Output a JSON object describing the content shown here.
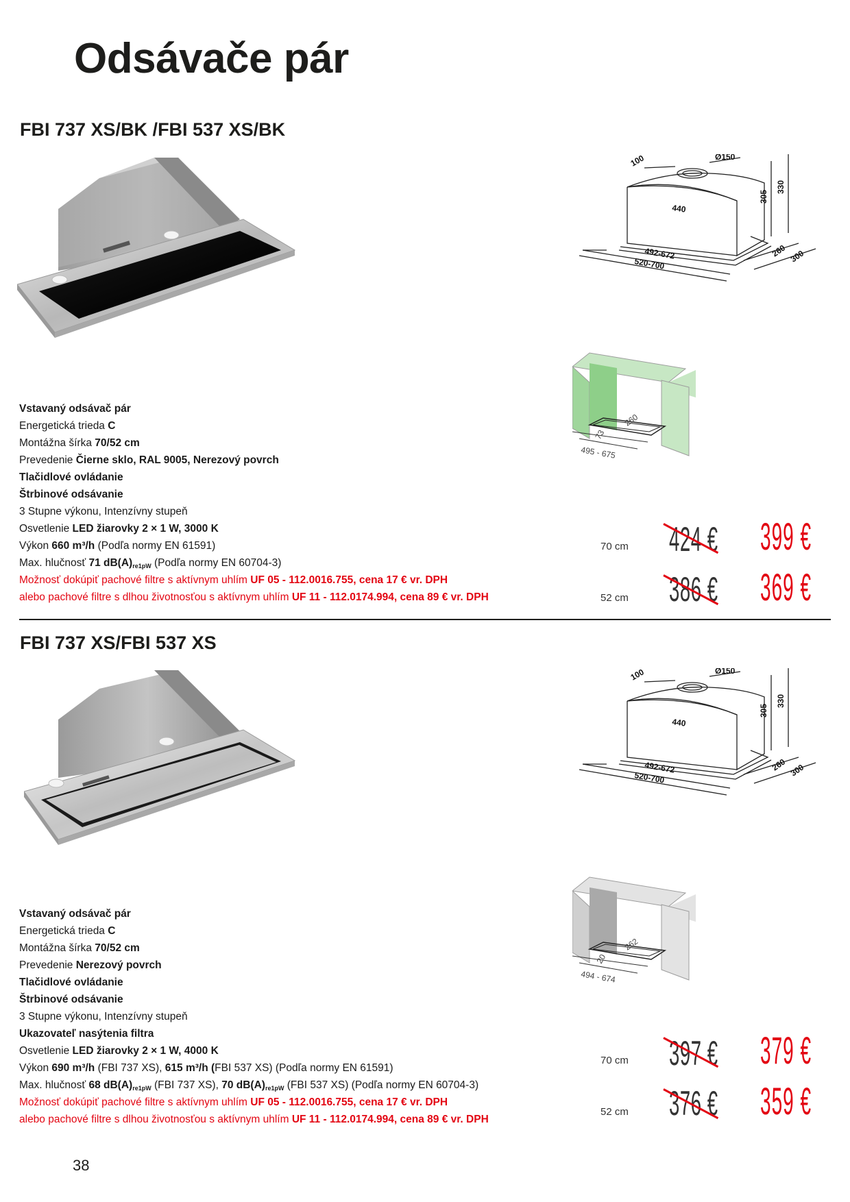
{
  "page": {
    "title": "Odsávače pár",
    "number": "38"
  },
  "products": [
    {
      "title": "FBI 737 XS/BK   /FBI 537 XS/BK",
      "specs": [
        {
          "parts": [
            {
              "t": "Vstavaný odsávač pár",
              "b": true
            }
          ]
        },
        {
          "parts": [
            {
              "t": "Energetická trieda "
            },
            {
              "t": "C",
              "b": true
            }
          ]
        },
        {
          "parts": [
            {
              "t": "Montážna šírka "
            },
            {
              "t": "70/52 cm",
              "b": true
            }
          ]
        },
        {
          "parts": [
            {
              "t": "Prevedenie "
            },
            {
              "t": "Čierne sklo, RAL 9005, Nerezový povrch",
              "b": true
            }
          ]
        },
        {
          "parts": [
            {
              "t": "Tlačidlové ovládanie",
              "b": true
            }
          ]
        },
        {
          "parts": [
            {
              "t": "Štrbinové odsávanie",
              "b": true
            }
          ]
        },
        {
          "parts": [
            {
              "t": "3 Stupne výkonu, Intenzívny stupeň"
            }
          ]
        },
        {
          "parts": [
            {
              "t": "Osvetlenie "
            },
            {
              "t": "LED žiarovky 2 × 1 W, 3000 K",
              "b": true
            }
          ]
        },
        {
          "parts": [
            {
              "t": "Výkon "
            },
            {
              "t": "660 m³/h",
              "b": true
            },
            {
              "t": " (Podľa normy EN 61591)"
            }
          ]
        },
        {
          "parts": [
            {
              "t": "Max. hlučnosť "
            },
            {
              "t": "71 dB(A)",
              "b": true
            },
            {
              "t": "re1pW",
              "sub": true
            },
            {
              "t": " (Podľa normy EN 60704-3)"
            }
          ]
        },
        {
          "red": true,
          "parts": [
            {
              "t": "Možnosť dokúpiť pachové filtre s aktívnym uhlím "
            },
            {
              "t": "UF 05 - 112.0016.755, cena 17 € vr. DPH",
              "b": true
            }
          ]
        },
        {
          "red": true,
          "parts": [
            {
              "t": "alebo pachové filtre s dlhou životnosťou s aktívnym uhlím "
            },
            {
              "t": "UF 11 - 112.0174.994, cena 89 € vr. DPH",
              "b": true
            }
          ]
        }
      ],
      "prices": [
        {
          "width": "70 cm",
          "old": "424 €",
          "new": "399 €"
        },
        {
          "width": "52 cm",
          "old": "386 €",
          "new": "369 €"
        }
      ],
      "dims": {
        "d100": "100",
        "d150": "Ø150",
        "d440": "440",
        "d305": "305",
        "d330": "330",
        "d492": "492-672",
        "d520": "520-700",
        "d260": "260",
        "d300": "300"
      },
      "install": {
        "a": "260",
        "b": "73",
        "c": "495 - 675"
      }
    },
    {
      "title": "FBI 737 XS/FBI 537 XS",
      "specs": [
        {
          "parts": [
            {
              "t": "Vstavaný odsávač pár",
              "b": true
            }
          ]
        },
        {
          "parts": [
            {
              "t": "Energetická trieda "
            },
            {
              "t": "C",
              "b": true
            }
          ]
        },
        {
          "parts": [
            {
              "t": "Montážna šírka "
            },
            {
              "t": "70/52 cm",
              "b": true
            }
          ]
        },
        {
          "parts": [
            {
              "t": "Prevedenie "
            },
            {
              "t": "Nerezový povrch",
              "b": true
            }
          ]
        },
        {
          "parts": [
            {
              "t": "Tlačidlové ovládanie",
              "b": true
            }
          ]
        },
        {
          "parts": [
            {
              "t": "Štrbinové odsávanie",
              "b": true
            }
          ]
        },
        {
          "parts": [
            {
              "t": "3 Stupne výkonu, Intenzívny stupeň"
            }
          ]
        },
        {
          "parts": [
            {
              "t": "Ukazovateľ nasýtenia filtra",
              "b": true
            }
          ]
        },
        {
          "parts": [
            {
              "t": "Osvetlenie "
            },
            {
              "t": "LED žiarovky 2 × 1 W, 4000 K",
              "b": true
            }
          ]
        },
        {
          "parts": [
            {
              "t": "Výkon "
            },
            {
              "t": "690 m³/h",
              "b": true
            },
            {
              "t": " (FBI 737 XS), "
            },
            {
              "t": "615 m³/h (",
              "b": true
            },
            {
              "t": "FBI 537 XS) (Podľa normy EN 61591)"
            }
          ]
        },
        {
          "parts": [
            {
              "t": "Max. hlučnosť "
            },
            {
              "t": "68 dB(A)",
              "b": true
            },
            {
              "t": "re1pW",
              "sub": true
            },
            {
              "t": " (FBI 737 XS), "
            },
            {
              "t": "70 dB(A)",
              "b": true
            },
            {
              "t": "re1pW",
              "sub": true
            },
            {
              "t": " (FBI 537 XS) (Podľa normy EN 60704-3)"
            }
          ]
        },
        {
          "red": true,
          "parts": [
            {
              "t": "Možnosť dokúpiť pachové filtre s aktívnym uhlím "
            },
            {
              "t": "UF 05 - 112.0016.755, cena 17 € vr. DPH",
              "b": true
            }
          ]
        },
        {
          "red": true,
          "parts": [
            {
              "t": "alebo pachové filtre s dlhou životnosťou s aktívnym uhlím "
            },
            {
              "t": "UF 11 - 112.0174.994, cena 89 € vr. DPH",
              "b": true
            }
          ]
        }
      ],
      "prices": [
        {
          "width": "70 cm",
          "old": "397 €",
          "new": "379 €"
        },
        {
          "width": "52 cm",
          "old": "376 €",
          "new": "359 €"
        }
      ],
      "dims": {
        "d100": "100",
        "d150": "Ø150",
        "d440": "440",
        "d305": "305",
        "d330": "330",
        "d492": "492-672",
        "d520": "520-700",
        "d260": "260",
        "d300": "300"
      },
      "install": {
        "a": "262",
        "b": "20",
        "c": "494 - 674"
      }
    }
  ]
}
